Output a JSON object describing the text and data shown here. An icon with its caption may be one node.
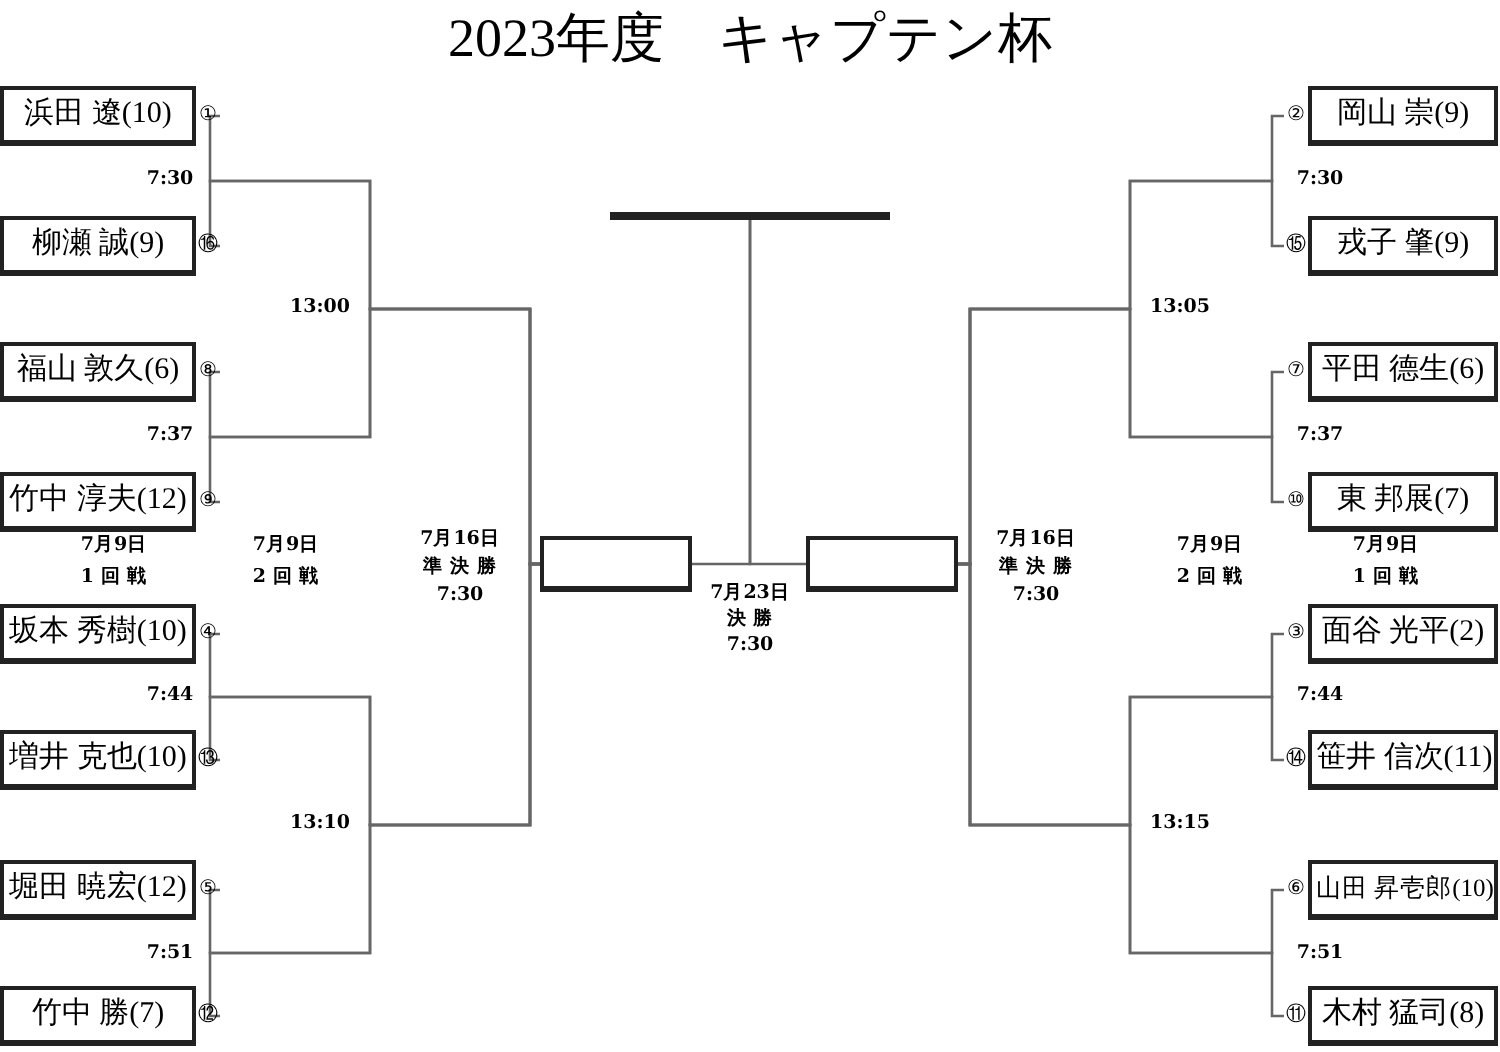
{
  "diagram": {
    "title": "2023年度　キャプテン杯",
    "nodes": [
      {
        "text": [
          "浜田 遼(10)"
        ],
        "beside": [
          "①"
        ]
      },
      {
        "text": [
          "柳瀬 誠(9)"
        ],
        "beside": [
          "⑯"
        ]
      },
      {
        "text": [
          "福山 敦久(6)"
        ],
        "beside": [
          "⑧"
        ]
      },
      {
        "text": [
          "竹中 淳夫(12)"
        ],
        "beside": [
          "⑨"
        ]
      },
      {
        "text": [
          "坂本 秀樹(10)"
        ],
        "beside": [
          "④"
        ]
      },
      {
        "text": [
          "増井 克也(10)"
        ],
        "beside": [
          "⑬"
        ]
      },
      {
        "text": [
          "堀田 暁宏(12)"
        ],
        "beside": [
          "⑤"
        ]
      },
      {
        "text": [
          "竹中 勝(7)"
        ],
        "beside": [
          "⑫"
        ]
      },
      {
        "text": [
          "岡山 崇(9)"
        ],
        "beside": [
          "②"
        ]
      },
      {
        "text": [
          "戎子 肇(9)"
        ],
        "beside": [
          "⑮"
        ]
      },
      {
        "text": [
          "平田 德生(6)"
        ],
        "beside": [
          "⑦"
        ]
      },
      {
        "text": [
          "東 邦展(7)"
        ],
        "beside": [
          "⑩"
        ]
      },
      {
        "text": [
          "面谷 光平(2)"
        ],
        "beside": [
          "③"
        ]
      },
      {
        "text": [
          "笹井 信次(11)"
        ],
        "beside": [
          "⑭"
        ]
      },
      {
        "text": [
          "山田 昇壱郎(10)"
        ],
        "beside": [
          "⑥"
        ]
      },
      {
        "text": [
          "木村 猛司(8)"
        ],
        "beside": [
          "⑪"
        ]
      },
      {
        "text": [],
        "shape": "box"
      },
      {
        "text": [],
        "shape": "box"
      },
      {
        "text": [],
        "shape": "bar"
      }
    ],
    "edges": [
      {
        "from": 0,
        "to": 16,
        "arrow": "none"
      },
      {
        "from": 1,
        "to": 16,
        "arrow": "none"
      },
      {
        "from": 2,
        "to": 16,
        "arrow": "none"
      },
      {
        "from": 3,
        "to": 16,
        "arrow": "none"
      },
      {
        "from": 4,
        "to": 16,
        "arrow": "none"
      },
      {
        "from": 5,
        "to": 16,
        "arrow": "none"
      },
      {
        "from": 6,
        "to": 16,
        "arrow": "none"
      },
      {
        "from": 7,
        "to": 16,
        "arrow": "none"
      },
      {
        "from": 8,
        "to": 17,
        "arrow": "none"
      },
      {
        "from": 9,
        "to": 17,
        "arrow": "none"
      },
      {
        "from": 10,
        "to": 17,
        "arrow": "none"
      },
      {
        "from": 11,
        "to": 17,
        "arrow": "none"
      },
      {
        "from": 12,
        "to": 17,
        "arrow": "none"
      },
      {
        "from": 13,
        "to": 17,
        "arrow": "none"
      },
      {
        "from": 14,
        "to": 17,
        "arrow": "none"
      },
      {
        "from": 15,
        "to": 17,
        "arrow": "none"
      },
      {
        "from": 16,
        "to": 18,
        "arrow": "none"
      },
      {
        "from": 17,
        "to": 18,
        "arrow": "none"
      }
    ],
    "labels": [
      "7:30",
      "13:00",
      "7:37",
      "7:44",
      "13:10",
      "7:51",
      "7:30",
      "13:05",
      "7:37",
      "7:44",
      "13:15",
      "7:51",
      "7月9日",
      "1 回 戦",
      "7月9日",
      "2 回 戦",
      "7月16日",
      "準 決 勝",
      "7:30",
      "7月23日",
      "決 勝",
      "7:30",
      "7月16日",
      "準 決 勝",
      "7:30",
      "7月9日",
      "2 回 戦",
      "7月9日",
      "1 回 戦"
    ]
  }
}
